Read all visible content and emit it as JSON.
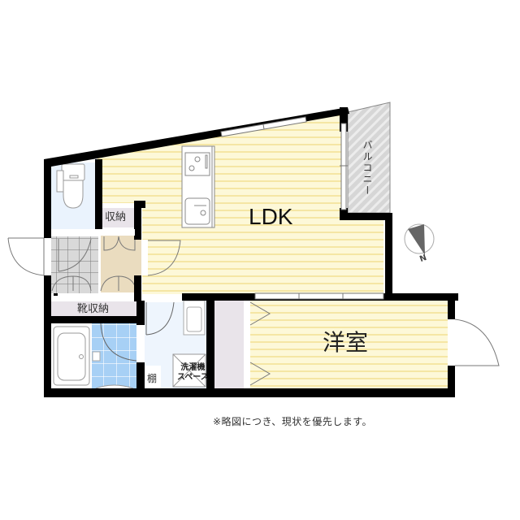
{
  "floor_plan": {
    "rooms": {
      "ldk": {
        "label": "LDK",
        "floor_color": "#fdf8d8"
      },
      "western_room": {
        "label": "洋室",
        "floor_color": "#fdf8d8"
      },
      "storage": {
        "label": "収納",
        "color": "#e9e4ea"
      },
      "shoe_storage": {
        "label": "靴収納",
        "color": "#e9e4ea"
      },
      "shelf": {
        "label": "棚"
      },
      "washer_space": {
        "label_line1": "洗濯機",
        "label_line2": "スペース"
      },
      "balcony": {
        "label": "バルコニー",
        "color": "#d0d0d0"
      },
      "toilet": {
        "color": "#eaf3fd"
      },
      "bathroom": {
        "tile_color": "#a9d2f6"
      },
      "entrance": {
        "tile_color": "#d8d8d8"
      },
      "closet_hall": {
        "color": "#eadcbf"
      },
      "washroom": {
        "color": "#eef5fd"
      }
    },
    "compass": {
      "label": "N"
    },
    "note": "※略図につき、現状を優先します。",
    "colors": {
      "wall": "#000000",
      "floor_stripe": "#f6e8a6",
      "fixture_line": "#888888"
    }
  }
}
